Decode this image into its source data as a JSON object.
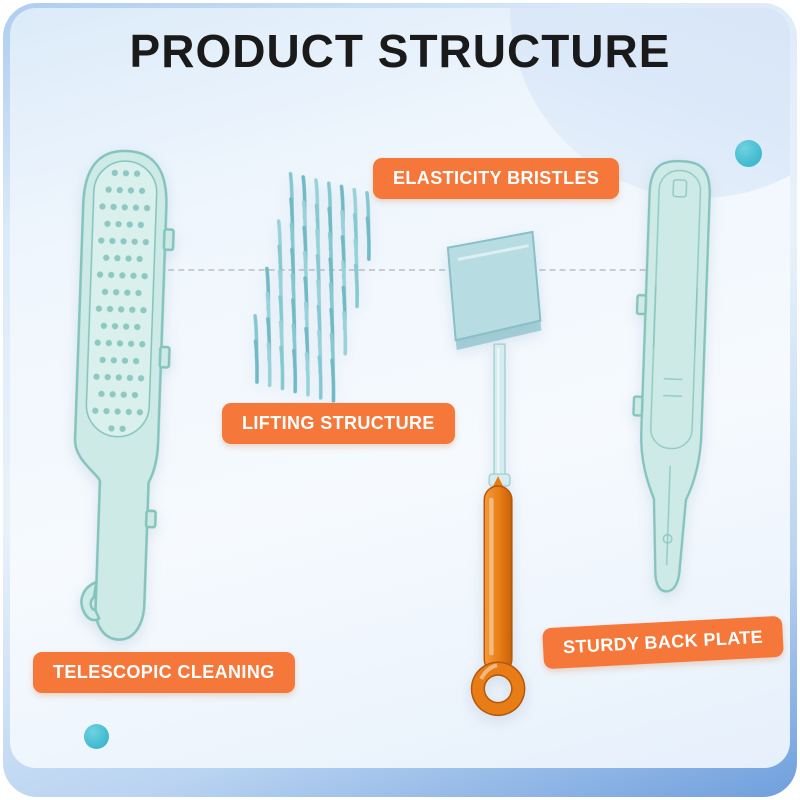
{
  "title": "PRODUCT STRUCTURE",
  "labels": {
    "elasticity": "ELASTICITY BRISTLES",
    "lifting": "LIFTING STRUCTURE",
    "telescopic": "TELESCOPIC CLEANING",
    "sturdy": "STURDY BACK PLATE"
  },
  "parts": [
    {
      "name": "brush-body",
      "caption": "TELESCOPIC CLEANING"
    },
    {
      "name": "bristle-pad",
      "caption": "LIFTING STRUCTURE"
    },
    {
      "name": "telescopic-rod-handle",
      "caption": "ELASTICITY BRISTLES"
    },
    {
      "name": "back-plate",
      "caption": "STURDY BACK PLATE"
    }
  ],
  "colors": {
    "label_bg": "#F5783A",
    "label_text": "#FFFFFF",
    "title_text": "#1A1A1A",
    "teal_light": "#CDEAE6",
    "teal_stroke": "#84C4BD",
    "teal_face": "#DAF0EC",
    "dot_color": "#8FC8C2",
    "blade_fill": "#B7DDE2",
    "blade_stroke": "#88BFC8",
    "rod_fill": "#D6ECEF",
    "rod_stroke": "#A6D2D7",
    "orange_dark": "#C96008",
    "orange_mid": "#E87D15",
    "orange_light": "#F59B3A",
    "orange_stroke": "#B5560A",
    "dashed_line": "#C8CDD3",
    "accent_dot": "#3FB9CF"
  },
  "bristle_palette": [
    "#86C8D2",
    "#6FBAC6",
    "#97D2DA"
  ]
}
